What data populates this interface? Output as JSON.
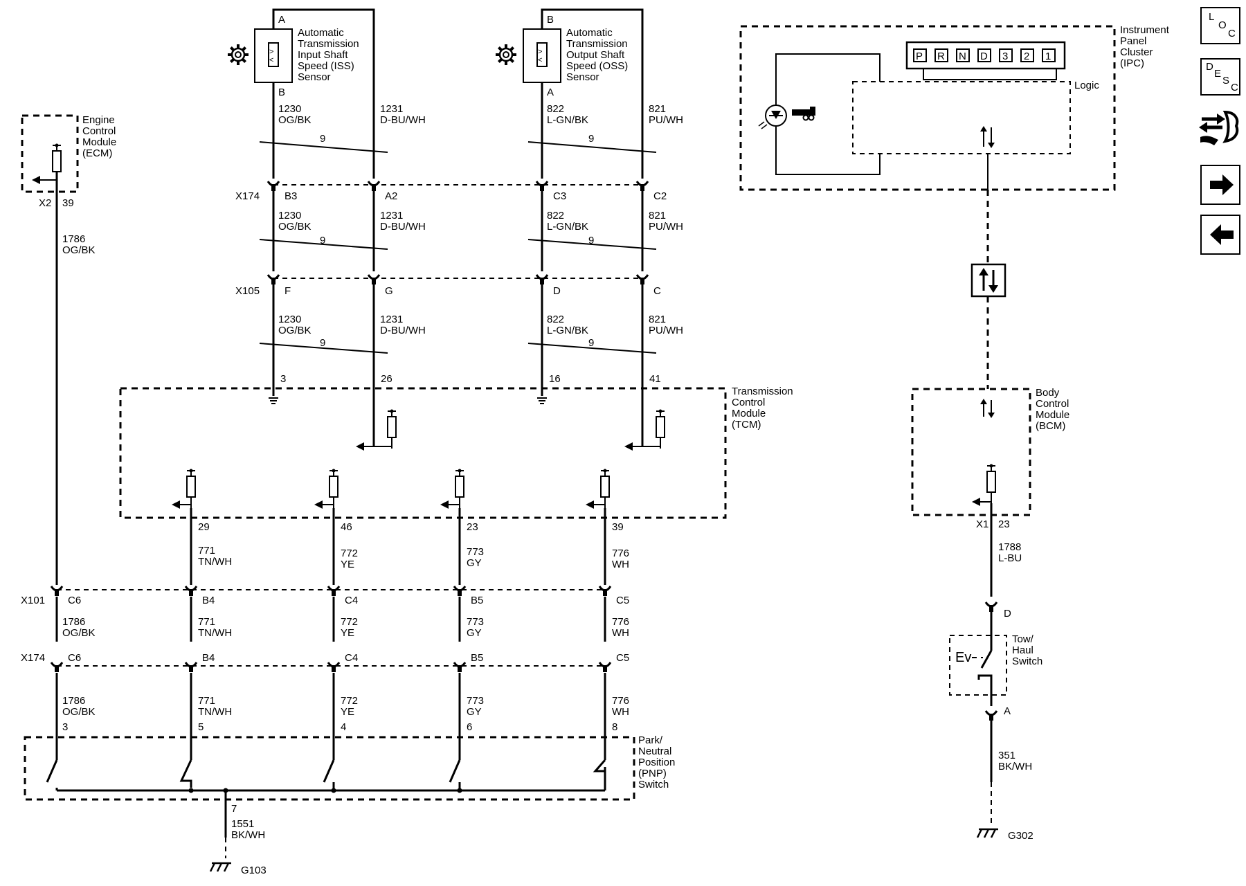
{
  "components": {
    "iss": {
      "name_lines": [
        "Automatic",
        "Transmission",
        "Input Shaft",
        "Speed (ISS)",
        "Sensor"
      ],
      "pin_top": "A",
      "pin_bottom": "B"
    },
    "oss": {
      "name_lines": [
        "Automatic",
        "Transmission",
        "Output Shaft",
        "Speed (OSS)",
        "Sensor"
      ],
      "pin_top": "B",
      "pin_bottom": "A"
    },
    "ecm": {
      "name_lines": [
        "Engine",
        "Control",
        "Module",
        "(ECM)"
      ],
      "connector": "X2",
      "pin": "39"
    },
    "tcm": {
      "name_lines": [
        "Transmission",
        "Control",
        "Module",
        "(TCM)"
      ]
    },
    "ipc": {
      "name_lines": [
        "Instrument",
        "Panel",
        "Cluster",
        "(IPC)"
      ],
      "logic_label": "Logic",
      "prndl": [
        "P",
        "R",
        "N",
        "D",
        "3",
        "2",
        "1"
      ]
    },
    "bcm": {
      "name_lines": [
        "Body",
        "Control",
        "Module",
        "(BCM)"
      ],
      "connector": "X1",
      "pin": "23"
    },
    "pnp": {
      "name_lines": [
        "Park/",
        "Neutral",
        "Position",
        "(PNP)",
        "Switch"
      ]
    },
    "tow": {
      "name_lines": [
        "Tow/",
        "Haul",
        "Switch"
      ],
      "symbol": "Ev",
      "pin_top": "D",
      "pin_bottom": "A"
    }
  },
  "connectors": {
    "x174_top": "X174",
    "x105": "X105",
    "x101": "X101",
    "x174_bottom": "X174"
  },
  "iss_circuits": {
    "c1": {
      "num": "1230",
      "color": "OG/BK"
    },
    "c2": {
      "num": "1231",
      "color": "D-BU/WH"
    },
    "twist": "9",
    "x174_pins": [
      "B3",
      "A2"
    ],
    "x105_pins": [
      "F",
      "G"
    ],
    "tcm_pins": [
      "3",
      "26"
    ]
  },
  "oss_circuits": {
    "c1": {
      "num": "822",
      "color": "L-GN/BK"
    },
    "c2": {
      "num": "821",
      "color": "PU/WH"
    },
    "twist": "9",
    "x174_pins": [
      "C3",
      "C2"
    ],
    "x105_pins": [
      "D",
      "C"
    ],
    "tcm_pins": [
      "16",
      "41"
    ]
  },
  "ecm_circuit": {
    "num": "1786",
    "color": "OG/BK",
    "x101_pin": "C6",
    "x174_pin": "C6",
    "pnp_pin": "3"
  },
  "pnp_circuits": [
    {
      "tcm_pin": "29",
      "num": "771",
      "color": "TN/WH",
      "x101_pin": "B4",
      "x174_pin": "B4",
      "pnp_pin": "5"
    },
    {
      "tcm_pin": "46",
      "num": "772",
      "color": "YE",
      "x101_pin": "C4",
      "x174_pin": "C4",
      "pnp_pin": "4"
    },
    {
      "tcm_pin": "23",
      "num": "773",
      "color": "GY",
      "x101_pin": "B5",
      "x174_pin": "B5",
      "pnp_pin": "6"
    },
    {
      "tcm_pin": "39",
      "num": "776",
      "color": "WH",
      "x101_pin": "C5",
      "x174_pin": "C5",
      "pnp_pin": "8"
    }
  ],
  "ground_pnp": {
    "pin": "7",
    "num": "1551",
    "color": "BK/WH",
    "ground": "G103"
  },
  "bcm_circuit": {
    "num": "1788",
    "color": "L-BU"
  },
  "ground_tow": {
    "num": "351",
    "color": "BK/WH",
    "ground": "G302"
  },
  "nav": {
    "loc_letters": [
      "L",
      "O",
      "C"
    ],
    "desc_letters": [
      "D",
      "E",
      "S",
      "C"
    ],
    "icons": [
      "connector-view-icon",
      "next-page-icon",
      "previous-page-icon"
    ]
  }
}
